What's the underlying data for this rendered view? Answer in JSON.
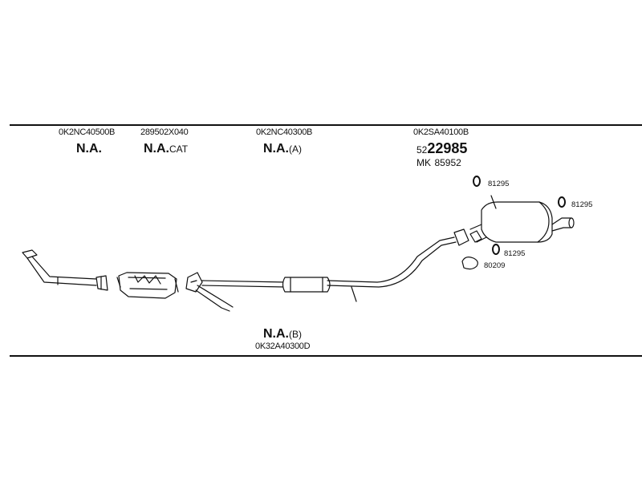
{
  "parts": {
    "front_pipe": {
      "part_no": "0K2NC40500B",
      "status": "N.A."
    },
    "catalyst": {
      "part_no": "289502X040",
      "status": "N.A.",
      "suffix": "CAT"
    },
    "center_pipe": {
      "part_no": "0K2NC40300B",
      "status": "N.A.",
      "suffix": "(A)"
    },
    "rear_muffler": {
      "part_no": "0K2SA40100B",
      "code_prefix": "52",
      "code_main": "22985",
      "mk_label": "MK",
      "mk_value": "85952"
    },
    "lower_assy": {
      "status": "N.A.",
      "suffix": "(B)",
      "part_no": "0K32A40300D"
    }
  },
  "hangers": {
    "upper": "81295",
    "right": "81295",
    "lower": "81295",
    "gasket": "80209"
  }
}
